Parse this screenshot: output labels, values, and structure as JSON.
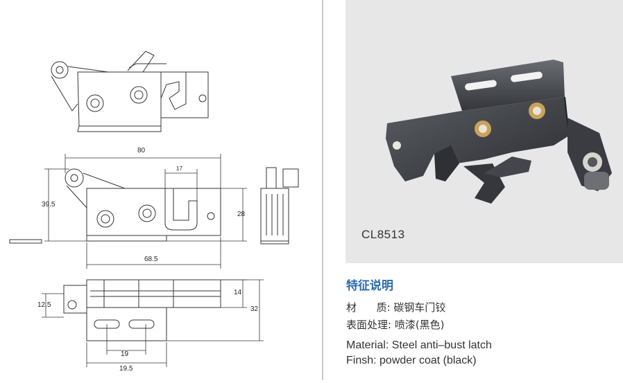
{
  "drawing": {
    "dims": {
      "width_80": "80",
      "slot_17": "17",
      "height_39_5": "39.5",
      "height_28": "28",
      "base_68_5": "68.5",
      "side_12_5": "12.5",
      "side_14": "14",
      "side_32": "32",
      "bottom_19": "19",
      "bottom_19_5": "19.5"
    }
  },
  "product": {
    "model": "CL8513"
  },
  "features": {
    "title": "特征说明",
    "material_cn": "材      质: 碳钢车门铰",
    "surface_cn": "表面处理: 喷漆(黑色)",
    "material_en": "Material: Steel anti–bust latch",
    "finish_en": "Finsh: powder coat (black)"
  },
  "colors": {
    "accent": "#2a6cae",
    "divider": "#c9c9c9",
    "photo_bg": "#e7e7e8",
    "latch": "#3b3d42"
  }
}
